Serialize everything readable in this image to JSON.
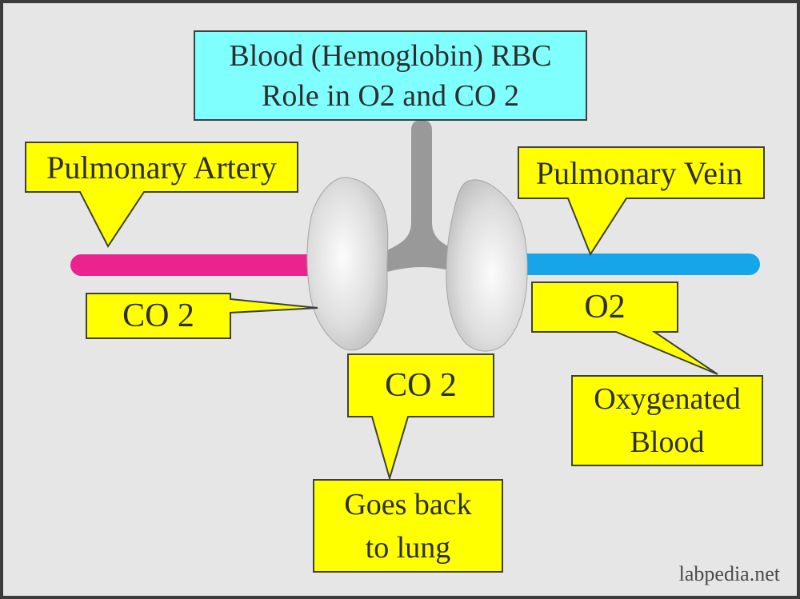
{
  "title": {
    "line1": "Blood (Hemoglobin) RBC",
    "line2": "Role in O2 and CO 2"
  },
  "callouts": {
    "pulmonary_artery": "Pulmonary Artery",
    "pulmonary_vein": "Pulmonary Vein",
    "co2_from_artery": "CO 2",
    "o2_to_vein": "O2",
    "co2_at_lung": "CO 2",
    "oxygenated_blood": {
      "line1": "Oxygenated",
      "line2": "Blood"
    },
    "goes_back": {
      "line1": "Goes back",
      "line2": "to lung"
    }
  },
  "watermark": "labpedia.net",
  "colors": {
    "background": "#E6E6E6",
    "frame_border": "#3C3C3C",
    "title_fill": "#80FFFF",
    "callout_fill": "#FFFF00",
    "outline": "#3F3F3F",
    "artery": "#EB238E",
    "vein": "#16A5E8",
    "bronchi": "#999999",
    "text": "#2E2E2E"
  }
}
